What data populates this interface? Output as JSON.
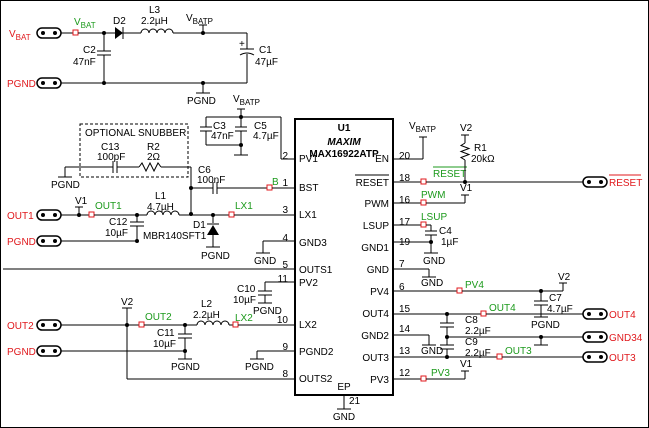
{
  "chip": {
    "ref": "U1",
    "brand": "MAXIM",
    "part": "MAX16922ATP",
    "left_pins": [
      {
        "num": "2",
        "name": "PV1"
      },
      {
        "num": "1",
        "name": "BST"
      },
      {
        "num": "3",
        "name": "LX1"
      },
      {
        "num": "4",
        "name": "GND3"
      },
      {
        "num": "5",
        "name": "OUTS1"
      },
      {
        "num": "11",
        "name": "PV2"
      },
      {
        "num": "10",
        "name": "LX2"
      },
      {
        "num": "9",
        "name": "PGND2"
      },
      {
        "num": "8",
        "name": "OUTS2"
      }
    ],
    "right_pins": [
      {
        "num": "20",
        "name": "EN"
      },
      {
        "num": "18",
        "name": "RESET"
      },
      {
        "num": "16",
        "name": "PWM"
      },
      {
        "num": "17",
        "name": "LSUP"
      },
      {
        "num": "19",
        "name": "GND1"
      },
      {
        "num": "7",
        "name": "GND"
      },
      {
        "num": "6",
        "name": "PV4"
      },
      {
        "num": "15",
        "name": "OUT4"
      },
      {
        "num": "14",
        "name": "GND2"
      },
      {
        "num": "13",
        "name": "OUT3"
      },
      {
        "num": "12",
        "name": "PV3"
      }
    ],
    "bottom_pin": {
      "num": "21",
      "name": "EP",
      "ground": "GND"
    }
  },
  "connectors": {
    "vbat": "V",
    "vbat_sub": "BAT",
    "pgnd_top": "PGND",
    "out1": "OUT1",
    "pgnd_mid": "PGND",
    "out2": "OUT2",
    "pgnd_bot": "PGND",
    "reset": "RESET",
    "out4": "OUT4",
    "gnd34": "GND34",
    "out3": "OUT3"
  },
  "testpoints": {
    "vbat": "V",
    "vbat_sub": "BAT",
    "out1": "OUT1",
    "lx1": "LX1",
    "b": "B",
    "out2": "OUT2",
    "lx2": "LX2",
    "reset": "RESET",
    "pwm": "PWM",
    "lsup": "LSUP",
    "pv4": "PV4",
    "out4": "OUT4",
    "out3": "OUT3",
    "pv3": "PV3"
  },
  "components": {
    "d2": "D2",
    "l3": "L3",
    "l3_val": "2.2µH",
    "vbatp_top": "V",
    "vbatp_top_sub": "BATP",
    "c2": "C2",
    "c2_val": "47nF",
    "c1": "C1",
    "c1_val": "47µF",
    "pgnd_c": "PGND",
    "vbatp_mid": "V",
    "vbatp_mid_sub": "BATP",
    "c3": "C3",
    "c3_val": "47nF",
    "c5": "C5",
    "c5_val": "4.7µF",
    "snubber": "OPTIONAL SNUBBER",
    "c13": "C13",
    "c13_val": "100pF",
    "r2": "R2",
    "r2_val": "2Ω",
    "pgnd_snub": "PGND",
    "c6": "C6",
    "c6_val": "100nF",
    "l1": "L1",
    "l1_val": "4.7µH",
    "v1_out1": "V1",
    "c12": "C12",
    "c12_val": "10µF",
    "d1": "D1",
    "d1_part": "MBR140SFT1",
    "pgnd_d1": "PGND",
    "gnd_gnd3": "GND",
    "c10": "C10",
    "c10_val": "10µF",
    "pgnd_c10": "PGND",
    "v2_out2": "V2",
    "l2": "L2",
    "l2_val": "2.2µH",
    "c11": "C11",
    "c11_val": "10µF",
    "pgnd_c11": "PGND",
    "pgnd_pgnd2": "PGND",
    "vbatp_en": "V",
    "vbatp_en_sub": "BATP",
    "v2_r1": "V2",
    "r1": "R1",
    "r1_val": "20kΩ",
    "v1_pwm": "V1",
    "c4": "C4",
    "c4_val": "1µF",
    "gnd_gnd1": "GND",
    "gnd_gnd": "GND",
    "v2_c7": "V2",
    "c7": "C7",
    "c7_val": "4.7µF",
    "pgnd_c7": "PGND",
    "c8": "C8",
    "c8_val": "2.2µF",
    "c9": "C9",
    "c9_val": "2.2µF",
    "gnd_gnd2": "GND",
    "v1_pv3": "V1",
    "c1_plus": "+"
  }
}
